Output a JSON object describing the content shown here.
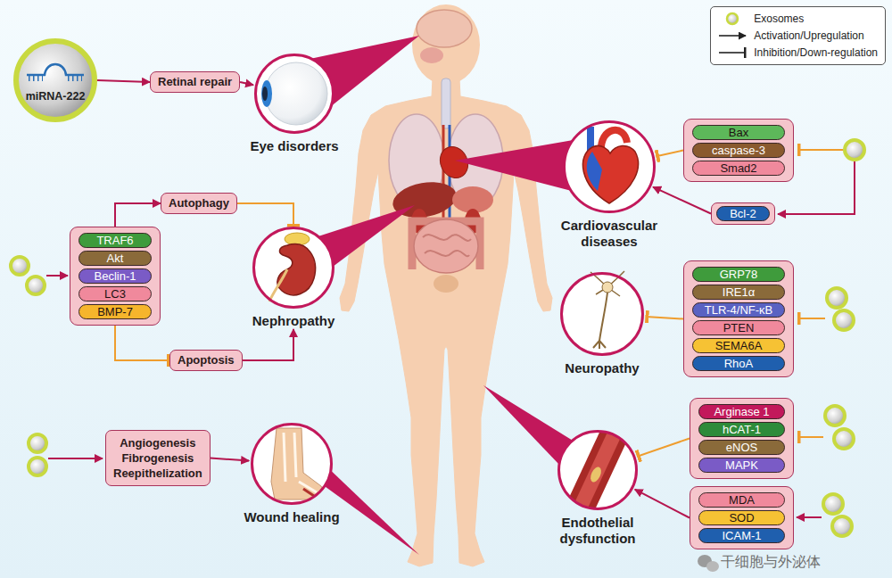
{
  "diagram": {
    "nodes": [
      {
        "text": [
          "miRNA-222"
        ]
      },
      {
        "text": [
          "Retinal repair"
        ]
      },
      {
        "text": [
          "Eye disorders"
        ]
      },
      {
        "text": []
      },
      {
        "text": [
          "Bax"
        ],
        "in": 3
      },
      {
        "text": [
          "caspase-3"
        ],
        "in": 3
      },
      {
        "text": [
          "Smad2"
        ],
        "in": 3
      },
      {
        "text": [
          "Cardiovascular diseases"
        ]
      },
      {
        "text": [
          "Bcl-2"
        ]
      },
      {
        "text": [
          "Autophagy"
        ]
      },
      {
        "text": []
      },
      {
        "text": [
          "TRAF6"
        ],
        "in": 10
      },
      {
        "text": [
          "Akt"
        ],
        "in": 10
      },
      {
        "text": [
          "Beclin-1"
        ],
        "in": 10
      },
      {
        "text": [
          "LC3"
        ],
        "in": 10
      },
      {
        "text": [
          "BMP-7"
        ],
        "in": 10
      },
      {
        "text": [
          "Nephropathy"
        ]
      },
      {
        "text": []
      },
      {
        "text": [
          "GRP78"
        ],
        "in": 17
      },
      {
        "text": [
          "IRE1α"
        ],
        "in": 17
      },
      {
        "text": [
          "TLR-4/NF-κB"
        ],
        "in": 17
      },
      {
        "text": [
          "PTEN"
        ],
        "in": 17
      },
      {
        "text": [
          "SEMA6A"
        ],
        "in": 17
      },
      {
        "text": [
          "RhoA"
        ],
        "in": 17
      },
      {
        "text": [
          "Neuropathy"
        ]
      },
      {
        "text": [
          "Apoptosis"
        ]
      },
      {
        "text": [
          "Angiogenesis Fibrogenesis Reepithelization"
        ]
      },
      {
        "text": [
          "Wound healing"
        ]
      },
      {
        "text": []
      },
      {
        "text": [
          "Arginase 1"
        ],
        "in": 28
      },
      {
        "text": [
          "hCAT-1"
        ],
        "in": 28
      },
      {
        "text": [
          "eNOS"
        ],
        "in": 28
      },
      {
        "text": [
          "MAPK"
        ],
        "in": 28
      },
      {
        "text": [
          "Endothelial dysfunction"
        ]
      },
      {
        "text": []
      },
      {
        "text": [
          "MDA"
        ],
        "in": 34
      },
      {
        "text": [
          "SOD"
        ],
        "in": 34
      },
      {
        "text": [
          "ICAM-1"
        ],
        "in": 34
      }
    ],
    "edges": [
      {
        "from": 0,
        "to": 1,
        "arrow": "to"
      },
      {
        "from": 1,
        "to": 2,
        "arrow": "to"
      },
      {
        "from": 3,
        "to": 7,
        "arrow": "to"
      },
      {
        "from": 8,
        "to": 7,
        "arrow": "to"
      },
      {
        "from": 10,
        "to": 9,
        "arrow": "to"
      },
      {
        "from": 9,
        "to": 16,
        "arrow": "to"
      },
      {
        "from": 10,
        "to": 25,
        "arrow": "to"
      },
      {
        "from": 25,
        "to": 16,
        "arrow": "to"
      },
      {
        "from": 17,
        "to": 24,
        "arrow": "to"
      },
      {
        "from": 26,
        "to": 27,
        "arrow": "to"
      },
      {
        "from": 28,
        "to": 33,
        "arrow": "to"
      },
      {
        "from": 34,
        "to": 33,
        "arrow": "to"
      }
    ],
    "labels": [
      "干细胞与外泌体"
    ],
    "legend": [
      {
        "text": "Exosomes"
      },
      {
        "text": "Activation/Upregulation"
      },
      {
        "text": "Inhibition/Down-regulation"
      }
    ]
  }
}
